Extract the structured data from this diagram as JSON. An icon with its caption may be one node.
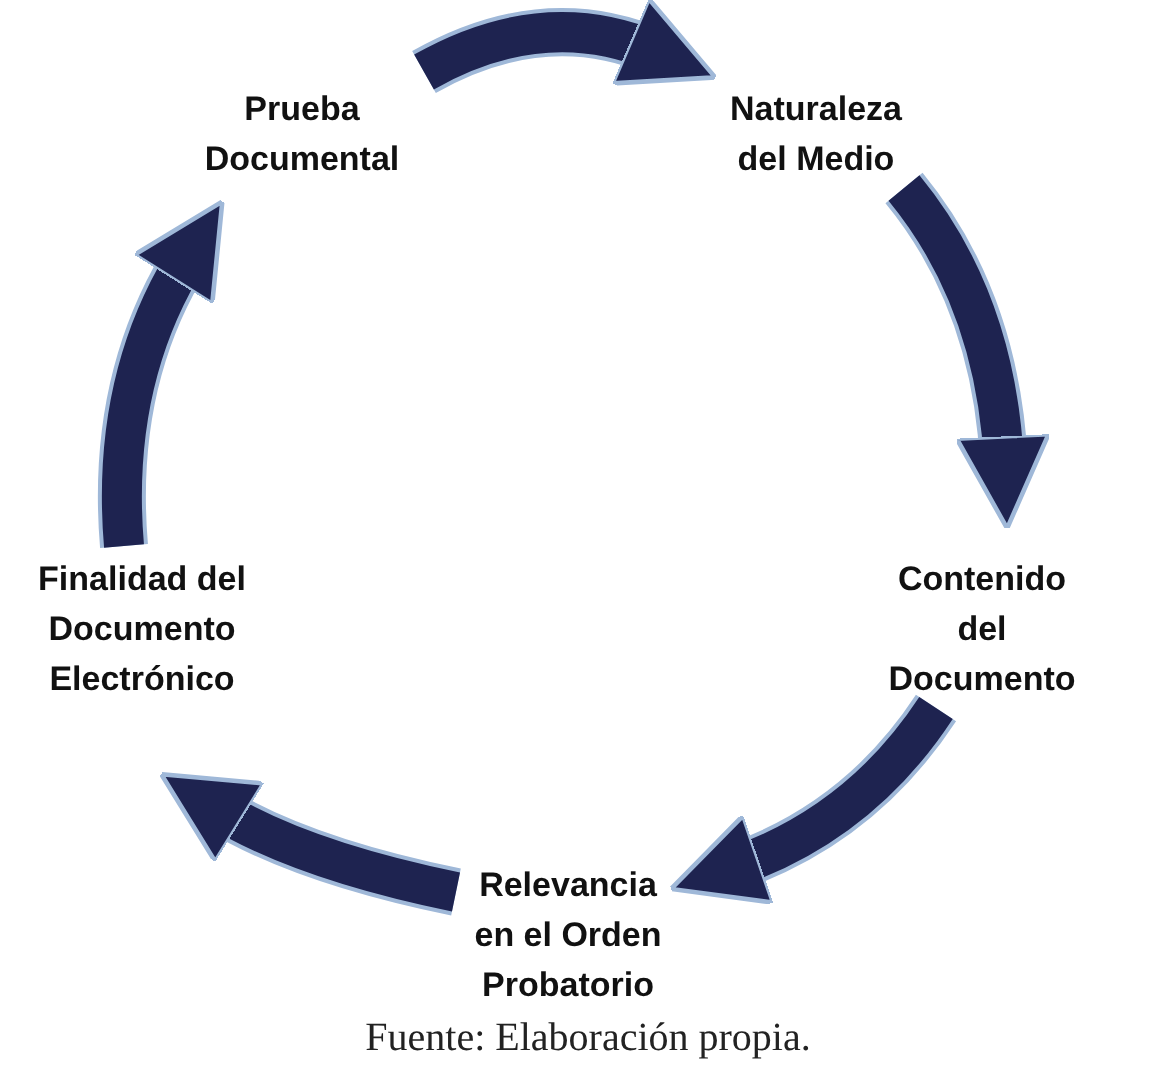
{
  "diagram": {
    "caption": "Fuente: Elaboración propia.",
    "nodes": [
      {
        "text": [
          "Prueba Documental"
        ]
      },
      {
        "text": [
          "Naturaleza del Medio"
        ]
      },
      {
        "text": [
          "Contenido del Documento"
        ]
      },
      {
        "text": [
          "Relevancia en el Orden Probatorio"
        ]
      },
      {
        "text": [
          "Finalidad del Documento Electrónico"
        ]
      }
    ],
    "edges": [
      {
        "from": 0,
        "to": 1,
        "arrow": "to"
      },
      {
        "from": 1,
        "to": 2,
        "arrow": "to"
      },
      {
        "from": 2,
        "to": 3,
        "arrow": "to"
      },
      {
        "from": 3,
        "to": 4,
        "arrow": "to"
      },
      {
        "from": 4,
        "to": 0,
        "arrow": "to"
      }
    ]
  }
}
